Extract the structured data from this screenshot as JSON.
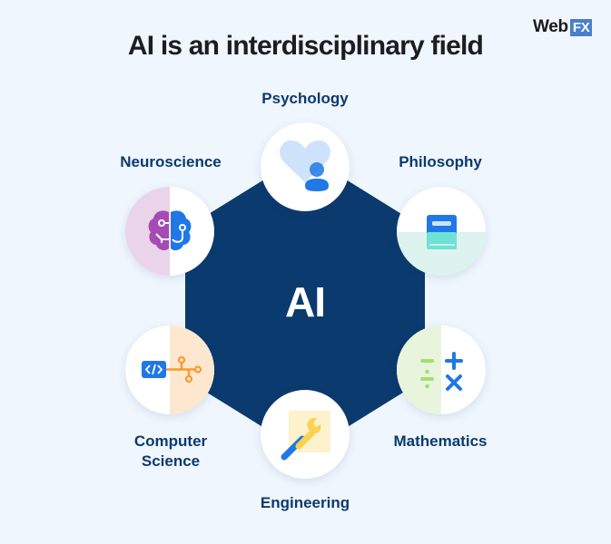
{
  "brand": {
    "logo_text": "Web",
    "logo_badge": "FX",
    "badge_color": "#4a7fc9"
  },
  "title": "AI is an interdisciplinary field",
  "center": {
    "label": "AI",
    "color": "#0b3a6e"
  },
  "background_color": "#eff6fe",
  "fields": [
    {
      "label": "Psychology",
      "icon": "heart-person-icon"
    },
    {
      "label": "Philosophy",
      "icon": "book-icon"
    },
    {
      "label": "Mathematics",
      "icon": "math-operators-icon"
    },
    {
      "label": "Engineering",
      "icon": "wrench-icon"
    },
    {
      "label": "Computer Science",
      "label_line1": "Computer",
      "label_line2": "Science",
      "icon": "code-network-icon"
    },
    {
      "label": "Neuroscience",
      "icon": "brain-circuit-icon"
    }
  ]
}
